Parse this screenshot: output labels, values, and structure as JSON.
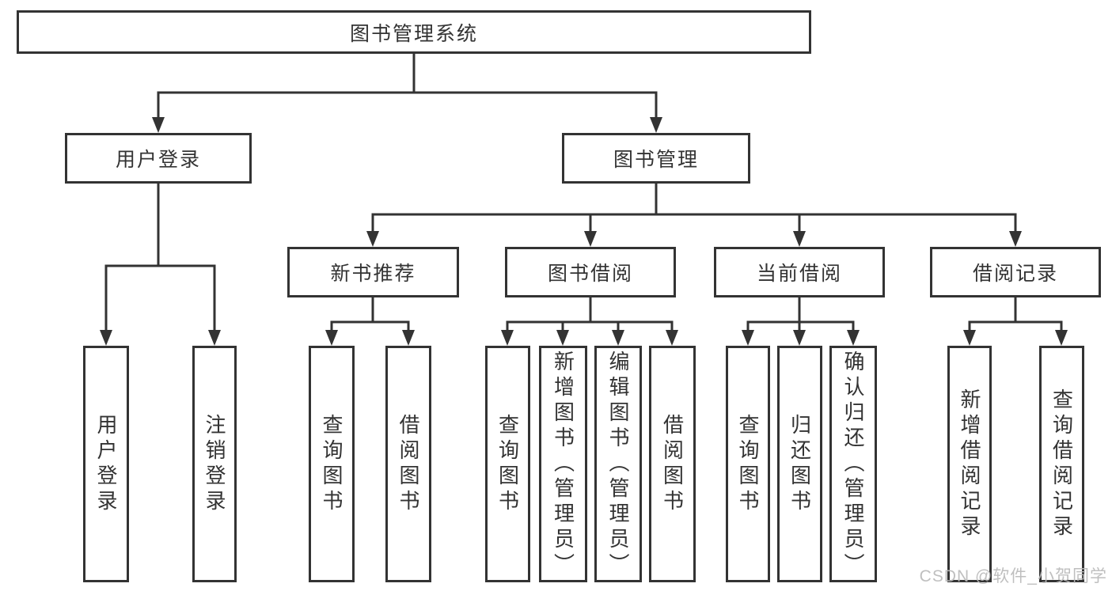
{
  "page": {
    "background": "#ffffff",
    "watermark": {
      "text": "CSDN @软件_小贺同学",
      "color": "#bababa"
    }
  },
  "colors": {
    "line": "#333333",
    "text": "#333333",
    "box_background": "#ffffff"
  },
  "tree": {
    "label": "图书管理系统",
    "children": [
      {
        "label": "用户登录",
        "children": [
          {
            "label": "用户登录"
          },
          {
            "label": "注销登录"
          }
        ]
      },
      {
        "label": "图书管理",
        "children": [
          {
            "label": "新书推荐",
            "children": [
              {
                "label": "查询图书"
              },
              {
                "label": "借阅图书"
              }
            ]
          },
          {
            "label": "图书借阅",
            "children": [
              {
                "label": "查询图书"
              },
              {
                "label": "新增图书（管理员）"
              },
              {
                "label": "编辑图书（管理员）"
              },
              {
                "label": "借阅图书"
              }
            ]
          },
          {
            "label": "当前借阅",
            "children": [
              {
                "label": "查询图书"
              },
              {
                "label": "归还图书"
              },
              {
                "label": "确认归还（管理员）"
              }
            ]
          },
          {
            "label": "借阅记录",
            "children": [
              {
                "label": "新增借阅记录"
              },
              {
                "label": "查询借阅记录"
              }
            ]
          }
        ]
      }
    ]
  }
}
